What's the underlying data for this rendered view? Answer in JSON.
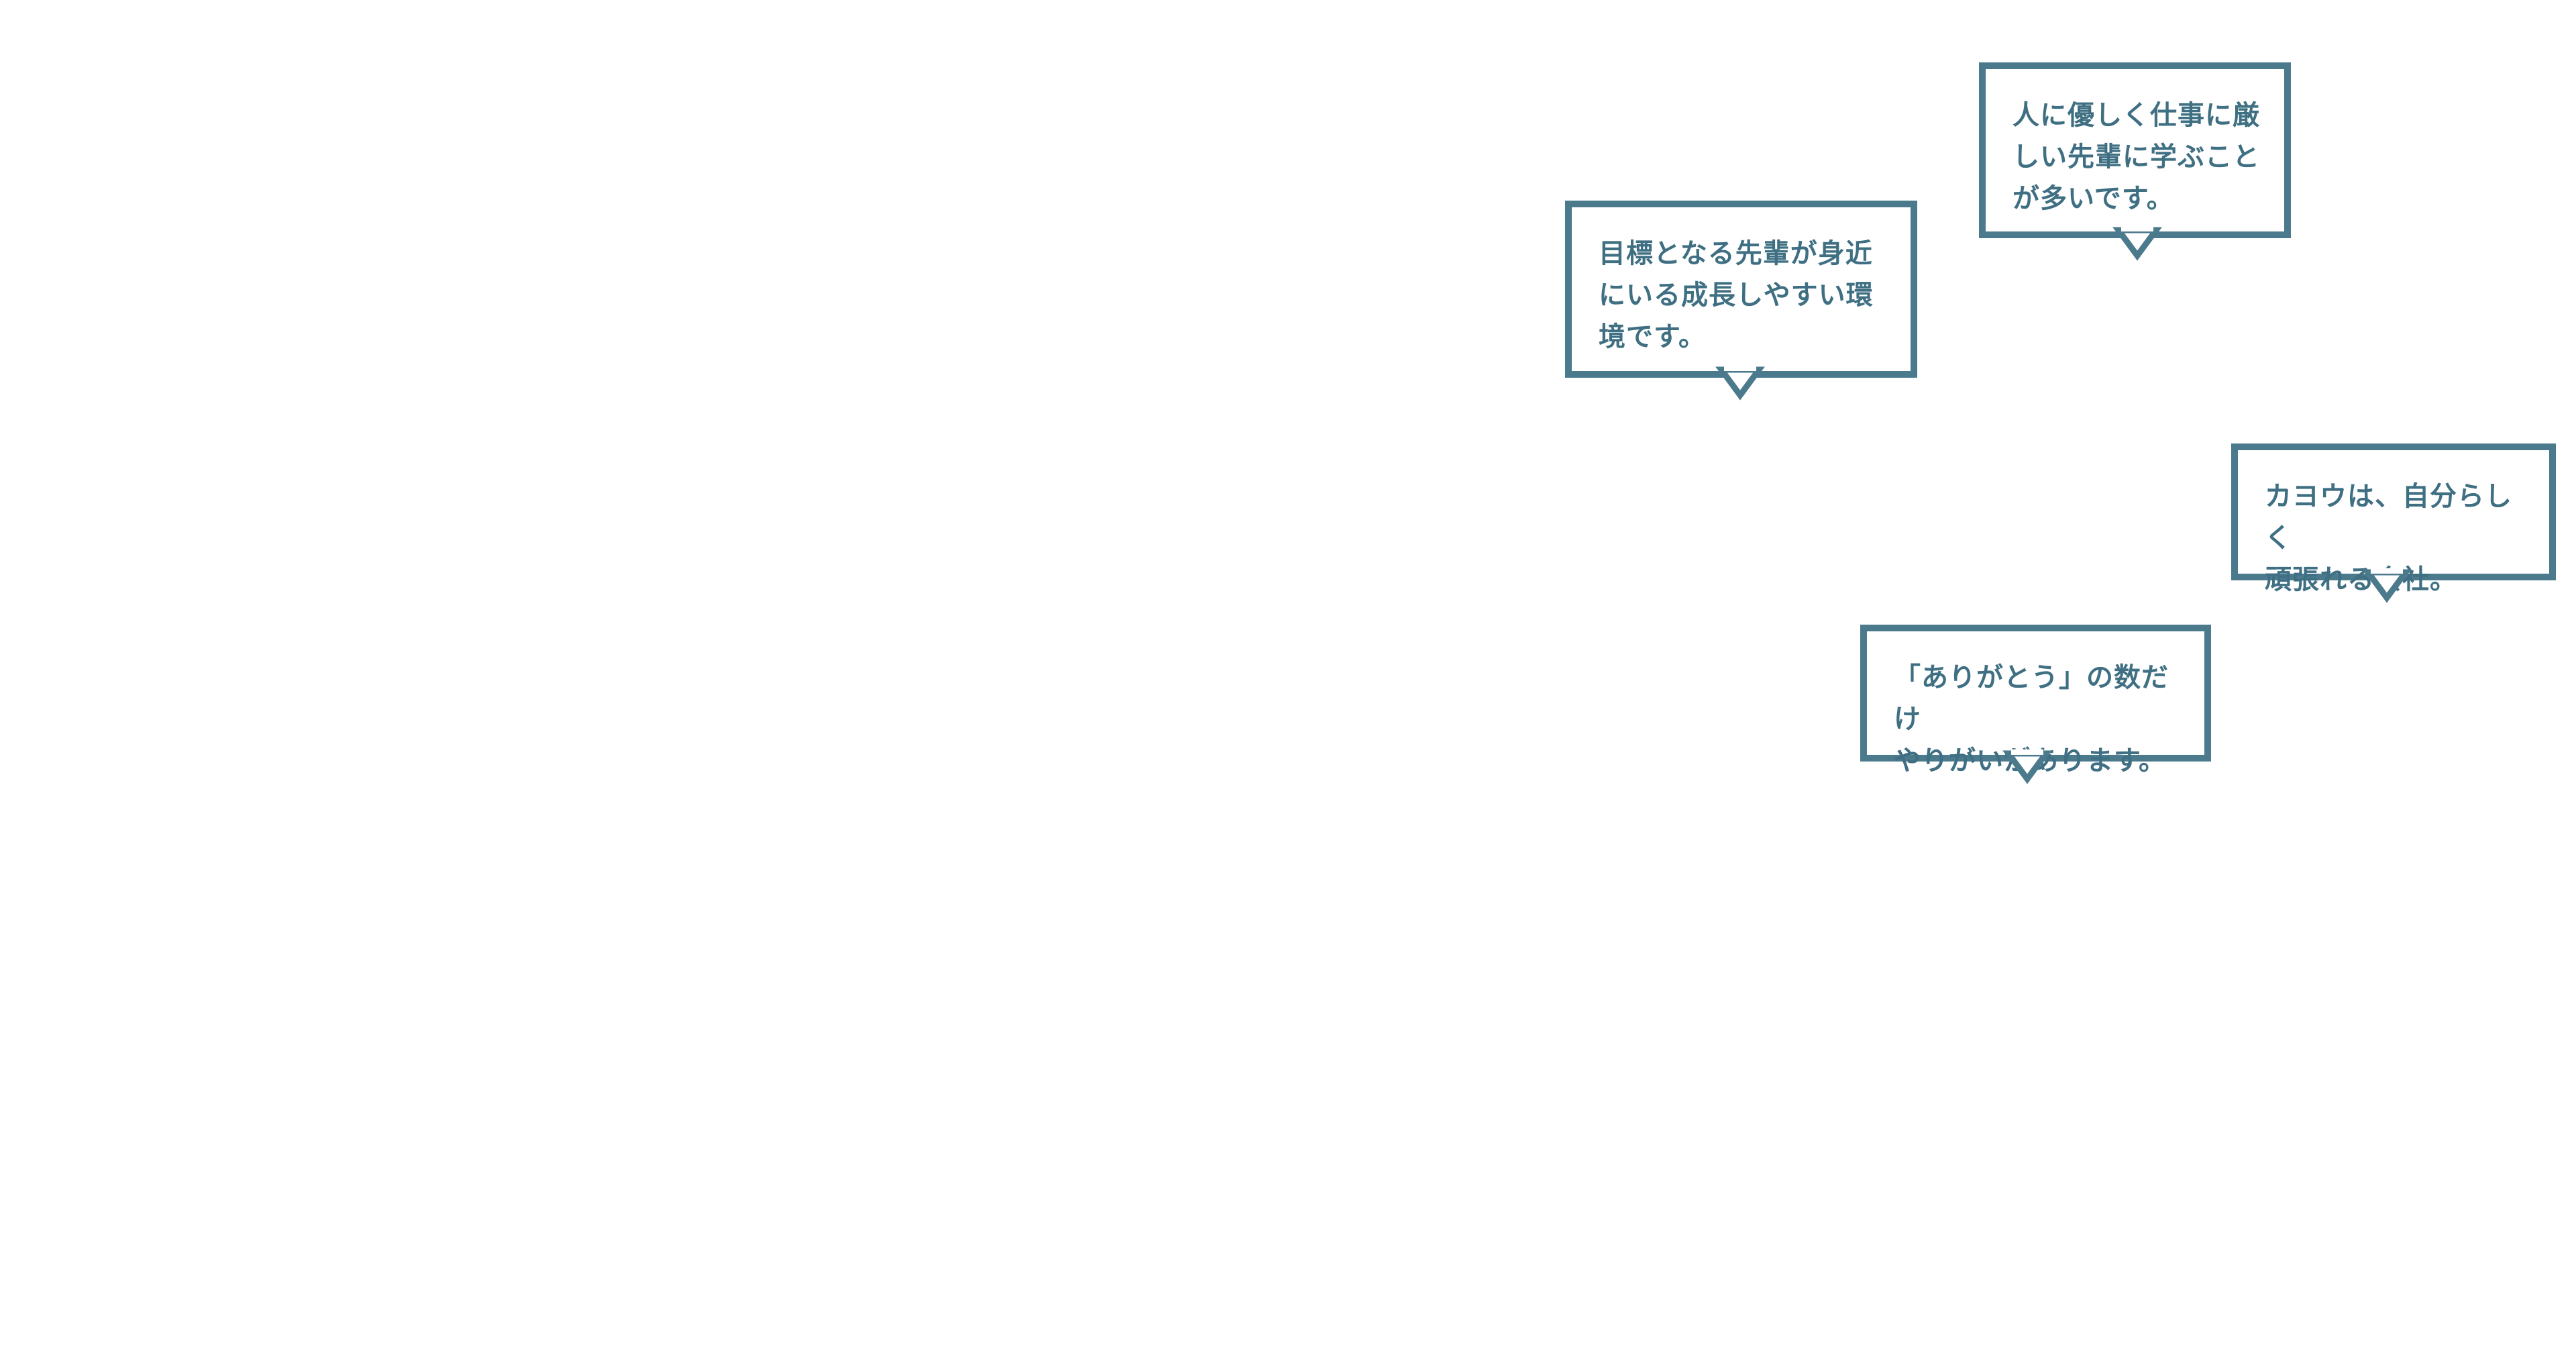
{
  "colors": {
    "background": "#ffffff",
    "bubble_border": "#4b7a8d",
    "bubble_text": "#3f6f82"
  },
  "bubbles": [
    {
      "id": "mentor",
      "text": "目標となる先輩が身近\nにいる成長しやすい環\n境です。"
    },
    {
      "id": "kind",
      "text": "人に優しく仕事に厳\nしい先輩に学ぶこと\nが多いです。"
    },
    {
      "id": "kayou",
      "text": "カヨウは、自分らしく\n頑張れる会社。"
    },
    {
      "id": "thanks",
      "text": "「ありがとう」の数だけ\nやりがいがあります。"
    }
  ]
}
